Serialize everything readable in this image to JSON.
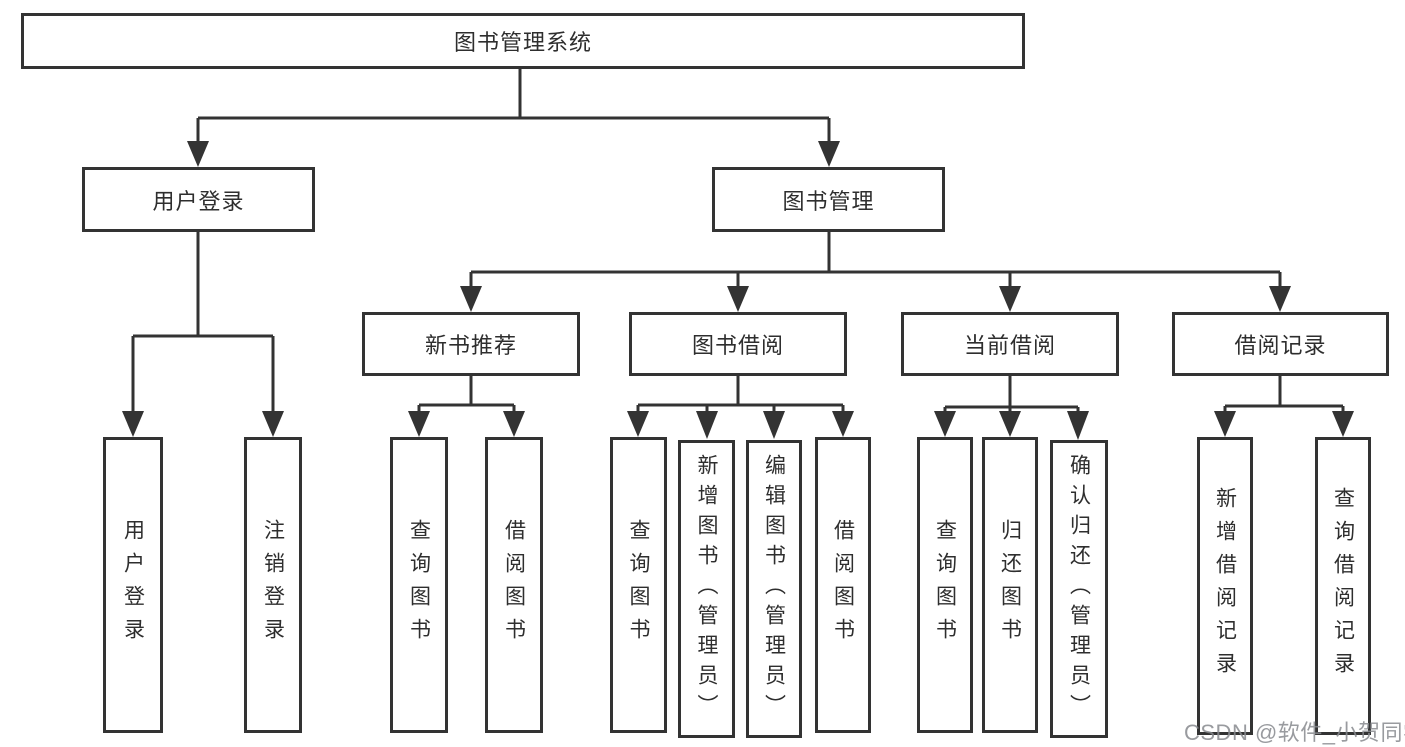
{
  "diagram": {
    "root": "图书管理系统",
    "level2": {
      "user_login": "用户登录",
      "book_management": "图书管理"
    },
    "level3": {
      "new_book_recommend": "新书推荐",
      "book_borrow": "图书借阅",
      "current_borrow": "当前借阅",
      "borrow_records": "借阅记录"
    },
    "leaves": {
      "login": "用户登录",
      "logout": "注销登录",
      "rec_query_books": "查询图书",
      "rec_borrow_books": "借阅图书",
      "borrow_query_books": "查询图书",
      "borrow_add_books_admin": "新增图书（管理员）",
      "borrow_edit_books_admin": "编辑图书（管理员）",
      "borrow_borrow_books": "借阅图书",
      "current_query_books": "查询图书",
      "current_return_books": "归还图书",
      "current_confirm_return_admin": "确认归还（管理员）",
      "records_add_record": "新增借阅记录",
      "records_query_record": "查询借阅记录"
    }
  },
  "watermark": "CSDN @软件_小贺同学",
  "colors": {
    "line": "#333333",
    "text": "#2e2e2e",
    "watermark": "#878a8e",
    "background": "#ffffff"
  }
}
